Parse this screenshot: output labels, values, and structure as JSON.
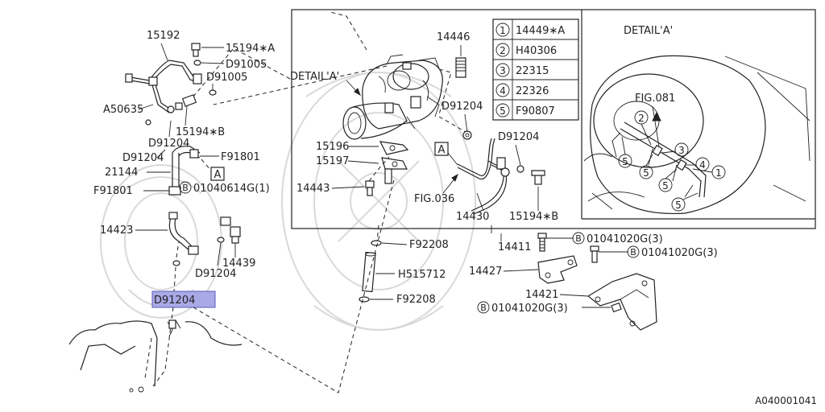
{
  "figure_code": "A040001041",
  "detail_title": "DETAIL'A'",
  "detail_callout": "DETAIL'A'",
  "fig_refs": {
    "fig081": "FIG.081",
    "fig036": "FIG.036"
  },
  "ref_a": "A",
  "legend": [
    {
      "num": "1",
      "part": "14449∗A"
    },
    {
      "num": "2",
      "part": "H40306"
    },
    {
      "num": "3",
      "part": "22315"
    },
    {
      "num": "4",
      "part": "22326"
    },
    {
      "num": "5",
      "part": "F90807"
    }
  ],
  "labels": {
    "p15192": "15192",
    "p15194a": "15194∗A",
    "p_d91005_1": "D91005",
    "p_d91005_2": "D91005",
    "pa50635": "A50635",
    "p15194b_left": "15194∗B",
    "p_d91204_1": "D91204",
    "p_d91204_2": "D91204",
    "pf91801_1": "F91801",
    "p21144": "21144",
    "pf91801_2": "F91801",
    "pb_01040614": "01040614G(1)",
    "p14423": "14423",
    "p_d91204_3": "D91204",
    "p14439": "14439",
    "p_d91204_selected": "D91204",
    "p14446": "14446",
    "p_d91204_4": "D91204",
    "p_d91204_5": "D91204",
    "p15196": "15196",
    "p15197": "15197",
    "p14443": "14443",
    "p14430": "14430",
    "p15194b_right": "15194∗B",
    "p14411": "14411",
    "pf92208_1": "F92208",
    "ph515712": "H515712",
    "pf92208_2": "F92208",
    "p14427": "14427",
    "p14421": "14421",
    "pb_01041020_1": "01041020G(3)",
    "pb_01041020_2": "01041020G(3)",
    "pb_01041020_3": "01041020G(3)",
    "bolt_letter": "B"
  },
  "colors": {
    "line": "#222222",
    "highlight_fill": "#a9a9e8",
    "highlight_border": "#5a5ab4",
    "watermark": "#d9d9d9"
  }
}
